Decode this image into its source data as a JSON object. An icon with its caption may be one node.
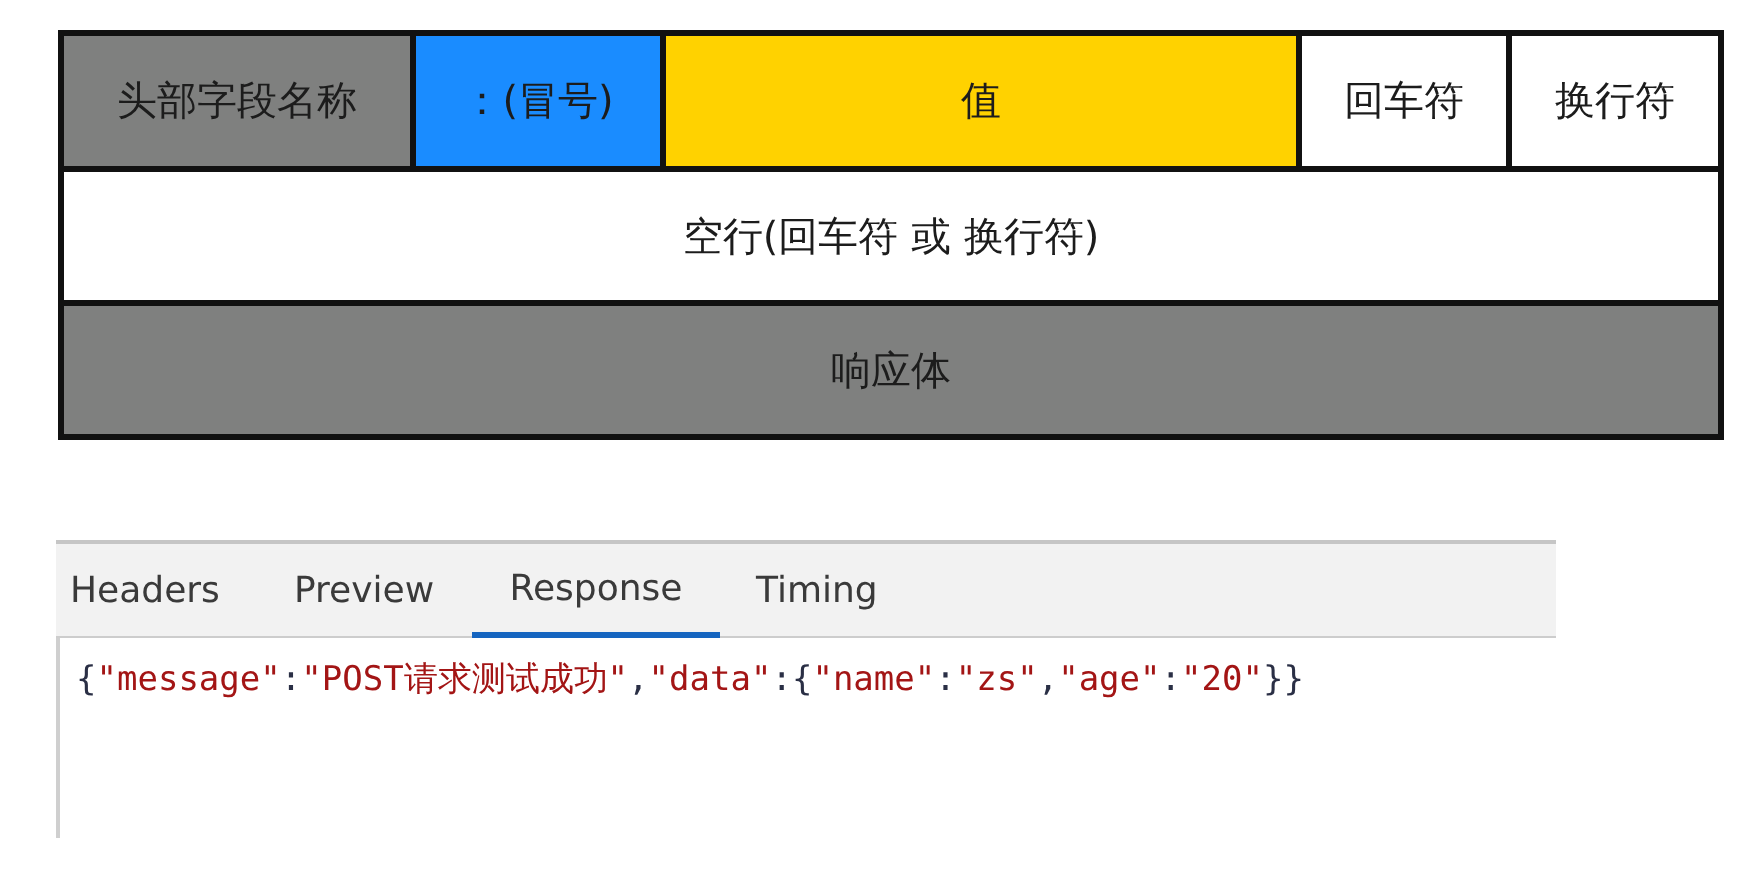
{
  "diagram": {
    "nodes": [
      {
        "text": [
          "头部字段名称"
        ]
      },
      {
        "text": [
          "：(冒号)"
        ]
      },
      {
        "text": [
          "值"
        ]
      },
      {
        "text": [
          "回车符"
        ]
      },
      {
        "text": [
          "换行符"
        ]
      },
      {
        "text": [
          "空行(回车符 或 换行符)"
        ]
      },
      {
        "text": [
          "响应体"
        ]
      }
    ],
    "labels": [
      "Headers",
      "Preview",
      "Response",
      "Timing",
      "{\"message\":\"POST请求测试成功\",\"data\":{\"name\":\"zs\",\"age\":\"20\"}}"
    ]
  }
}
